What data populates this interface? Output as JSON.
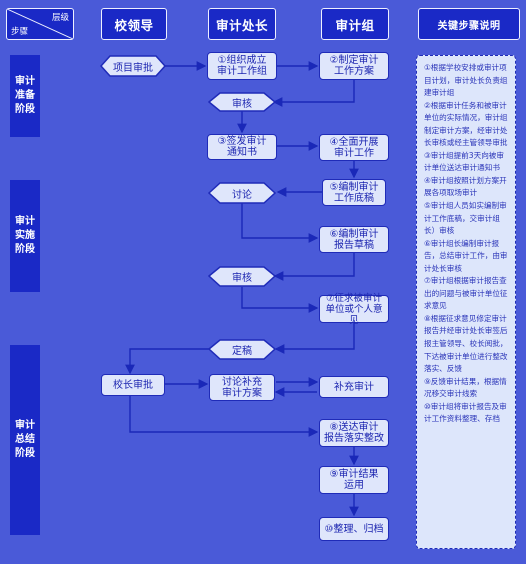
{
  "header": {
    "corner_top": "层级",
    "corner_bottom": "步骤",
    "col_leader": "校领导",
    "col_director": "审计处长",
    "col_team": "审计组",
    "col_notes": "关键步骤说明"
  },
  "stages": [
    {
      "label": "审计准备阶段"
    },
    {
      "label": "审计实施阶段"
    },
    {
      "label": "审计总结阶段"
    }
  ],
  "nodes": {
    "project_approval": "项目审批",
    "step1": "①组织成立\n审计工作组",
    "step2": "②制定审计\n工作方案",
    "review1": "审核",
    "step3": "③签发审计\n通知书",
    "step4": "④全面开展\n审计工作",
    "discuss": "讨论",
    "step5": "⑤编制审计\n工作底稿",
    "step6": "⑥编制审计\n报告草稿",
    "review2": "审核",
    "step7": "⑦征求被审计\n单位或个人意见",
    "finalize": "定稿",
    "president_approval": "校长审批",
    "discuss_plan": "讨论补充\n审计方案",
    "supplement": "补充审计",
    "step8": "⑧送达审计\n报告落实整改",
    "step9": "⑨审计结果\n运用",
    "step10": "⑩整理、归档"
  },
  "notes": [
    "①根据学校安排或审计项目计划，审计处长负责组建审计组",
    "②根据审计任务和被审计单位的实际情况，审计组制定审计方案，经审计处长审核或经主管领导审批",
    "③审计组提前3天向被审计单位送达审计通知书",
    "④审计组按照计划方案开展各项取场审计",
    "⑤审计组人员如实编制审计工作底稿，交审计组长）审核",
    "⑥审计组长编制审计报告，总结审计工作，由审计处长审核",
    "⑦审计组根据审计报告查出的问题与被审计单位征求意见",
    "⑧根据征求意见修定审计报告并经审计处长审签后报主管领导、校长阅批，下达被审计单位进行整改落实、反馈",
    "⑨反馈审计结果，根据情况移交审计线索",
    "⑩审计组将审计报告及审计工作资料整理、存档"
  ],
  "colors": {
    "background": "#4a5ad8",
    "header": "#1a29c6",
    "node_fill": "#dfe6fb",
    "node_border": "#1f2bb8",
    "line": "#1a28b8"
  }
}
